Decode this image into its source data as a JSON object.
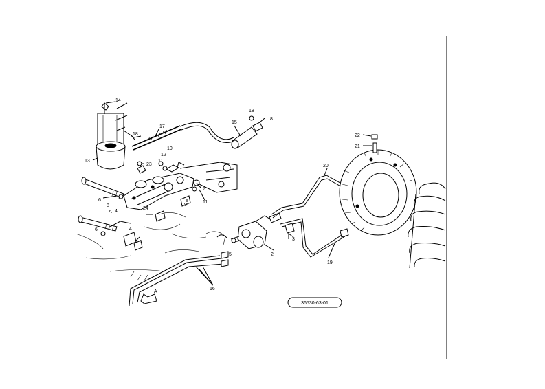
{
  "figure": {
    "reference_code": "36530-63-01",
    "callouts": [
      {
        "id": "c1",
        "text": "1"
      },
      {
        "id": "c2",
        "text": "2"
      },
      {
        "id": "c3",
        "text": "3"
      },
      {
        "id": "c4",
        "text": "4"
      },
      {
        "id": "c4b",
        "text": "4"
      },
      {
        "id": "c5",
        "text": "5"
      },
      {
        "id": "c6",
        "text": "6"
      },
      {
        "id": "c6b",
        "text": "6"
      },
      {
        "id": "c7",
        "text": "7"
      },
      {
        "id": "c8",
        "text": "8"
      },
      {
        "id": "c8b",
        "text": "8"
      },
      {
        "id": "c9",
        "text": "9"
      },
      {
        "id": "c10",
        "text": "10"
      },
      {
        "id": "c11",
        "text": "11"
      },
      {
        "id": "c11b",
        "text": "11"
      },
      {
        "id": "c12",
        "text": "12"
      },
      {
        "id": "c13",
        "text": "13"
      },
      {
        "id": "c14",
        "text": "14"
      },
      {
        "id": "c15",
        "text": "15"
      },
      {
        "id": "c16",
        "text": "16"
      },
      {
        "id": "c17",
        "text": "17"
      },
      {
        "id": "c18",
        "text": "18"
      },
      {
        "id": "c18b",
        "text": "18"
      },
      {
        "id": "c19",
        "text": "19"
      },
      {
        "id": "c20",
        "text": "20"
      },
      {
        "id": "c21",
        "text": "21"
      },
      {
        "id": "c22",
        "text": "22"
      },
      {
        "id": "c23",
        "text": "23"
      },
      {
        "id": "c24",
        "text": "24"
      },
      {
        "id": "cA1",
        "text": "A"
      },
      {
        "id": "cA2",
        "text": "A"
      }
    ]
  }
}
